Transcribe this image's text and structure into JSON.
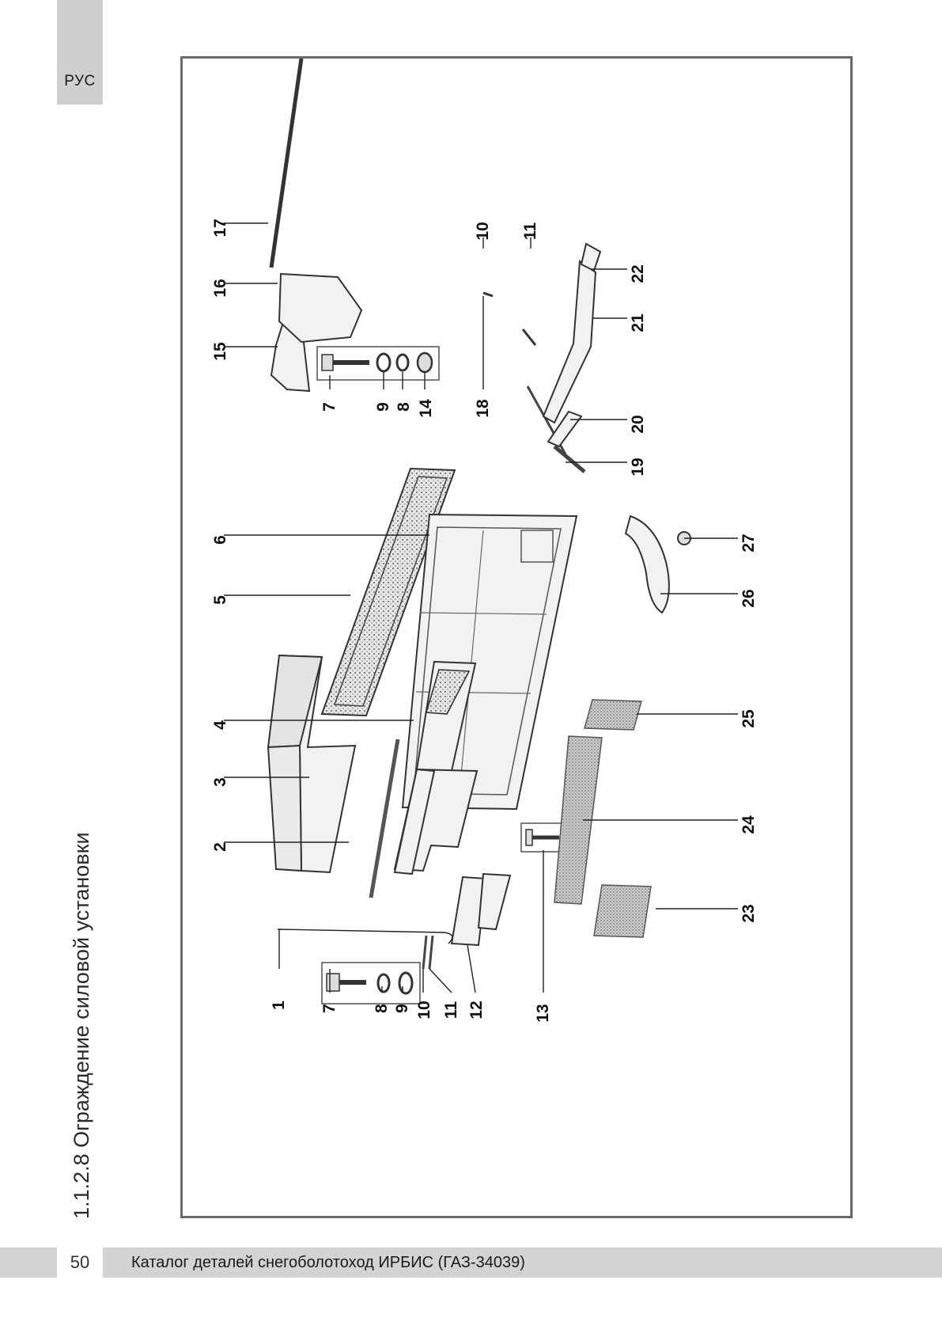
{
  "lang_tab": "РУС",
  "section_title": "1.1.2.8 Ограждение силовой установки",
  "page_number": "50",
  "catalog_title": "Каталог деталей снегоболотоход ИРБИС (ГАЗ-34039)",
  "callouts": {
    "c1": "1",
    "c2": "2",
    "c3": "3",
    "c4": "4",
    "c5": "5",
    "c6": "6",
    "c7a": "7",
    "c7b": "7",
    "c8a": "8",
    "c8b": "8",
    "c9a": "9",
    "c9b": "9",
    "c10a": "10",
    "c10b": "10",
    "c11a": "11",
    "c11b": "11",
    "c12": "12",
    "c13": "13",
    "c14": "14",
    "c15": "15",
    "c16": "16",
    "c17": "17",
    "c18": "18",
    "c19": "19",
    "c20": "20",
    "c21": "21",
    "c22": "22",
    "c23": "23",
    "c24": "24",
    "c25": "25",
    "c26": "26",
    "c27": "27"
  }
}
